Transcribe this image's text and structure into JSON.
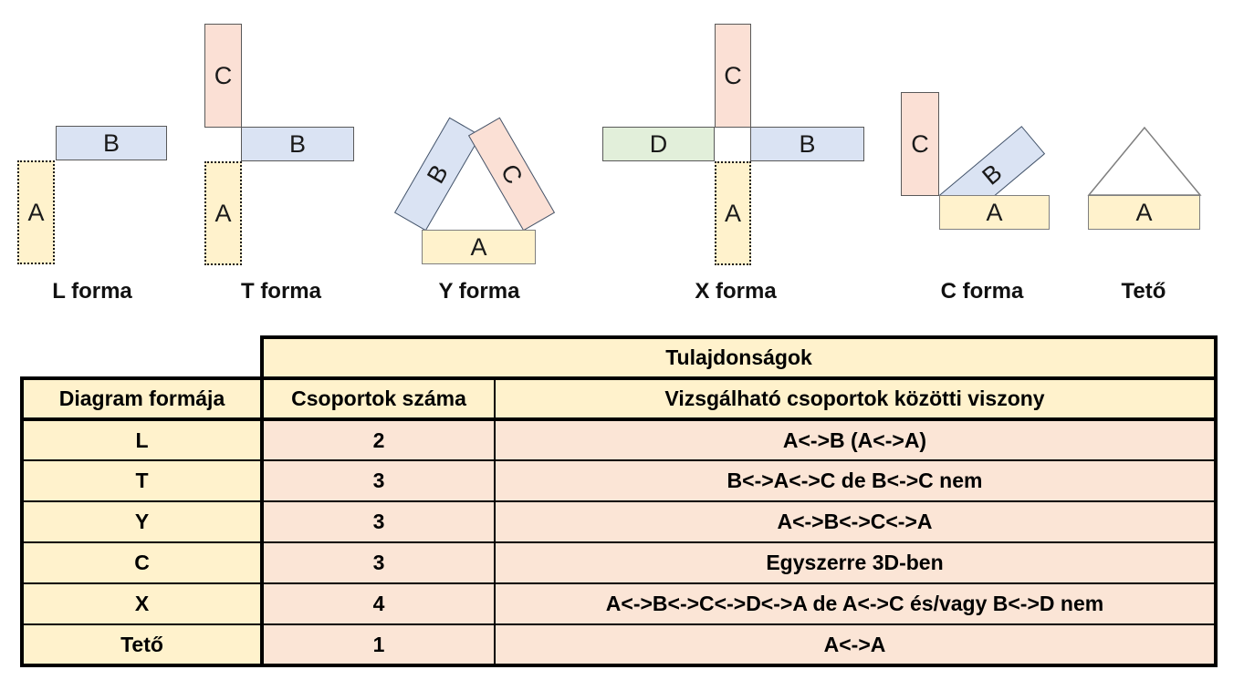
{
  "figures": {
    "l": {
      "caption": "L forma",
      "a": "A",
      "b": "B"
    },
    "t": {
      "caption": "T forma",
      "a": "A",
      "b": "B",
      "c": "C"
    },
    "y": {
      "caption": "Y forma",
      "a": "A",
      "b": "B",
      "c": "C"
    },
    "x": {
      "caption": "X forma",
      "a": "A",
      "b": "B",
      "c": "C",
      "d": "D"
    },
    "c": {
      "caption": "C forma",
      "a": "A",
      "b": "B",
      "c": "C"
    },
    "teto": {
      "caption": "Tető",
      "a": "A"
    }
  },
  "colors": {
    "group_a_fill": "#FFF2CC",
    "group_b_fill": "#DAE3F3",
    "group_c_fill": "#FBE0D5",
    "group_d_fill": "#E2EFDA",
    "table_header_fill": "#FFF2CC",
    "table_data_fill": "#FBE5D6",
    "border_black": "#000000"
  },
  "table": {
    "properties_header": "Tulajdonságok",
    "columns": [
      "Diagram formája",
      "Csoportok száma",
      "Vizsgálható csoportok közötti viszony"
    ],
    "rows": [
      {
        "shape": "L",
        "count": "2",
        "relation": "A<->B (A<->A)"
      },
      {
        "shape": "T",
        "count": "3",
        "relation": "B<->A<->C de B<->C nem"
      },
      {
        "shape": "Y",
        "count": "3",
        "relation": "A<->B<->C<->A"
      },
      {
        "shape": "C",
        "count": "3",
        "relation": "Egyszerre 3D-ben"
      },
      {
        "shape": "X",
        "count": "4",
        "relation": "A<->B<->C<->D<->A de A<->C és/vagy B<->D nem"
      },
      {
        "shape": "Tető",
        "count": "1",
        "relation": "A<->A"
      }
    ]
  }
}
